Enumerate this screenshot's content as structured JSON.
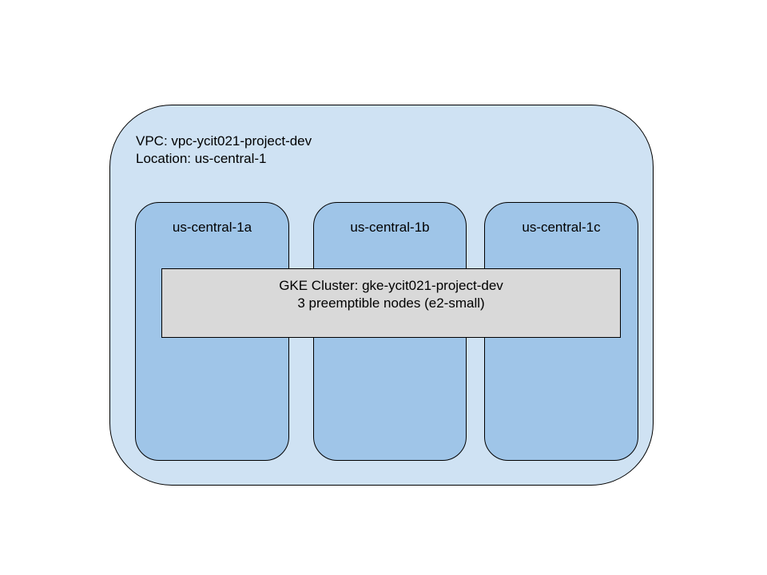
{
  "colors": {
    "vpc_fill": "#cfe2f3",
    "zone_fill": "#9fc5e8",
    "cluster_fill": "#d9d9d9",
    "stroke": "#000000"
  },
  "vpc": {
    "name_line": "VPC: vpc-ycit021-project-dev",
    "location_line": "Location: us-central-1"
  },
  "zones": [
    {
      "label": "us-central-1a"
    },
    {
      "label": "us-central-1b"
    },
    {
      "label": "us-central-1c"
    }
  ],
  "cluster": {
    "name_line": "GKE Cluster: gke-ycit021-project-dev",
    "nodes_line": "3 preemptible nodes (e2-small)"
  }
}
